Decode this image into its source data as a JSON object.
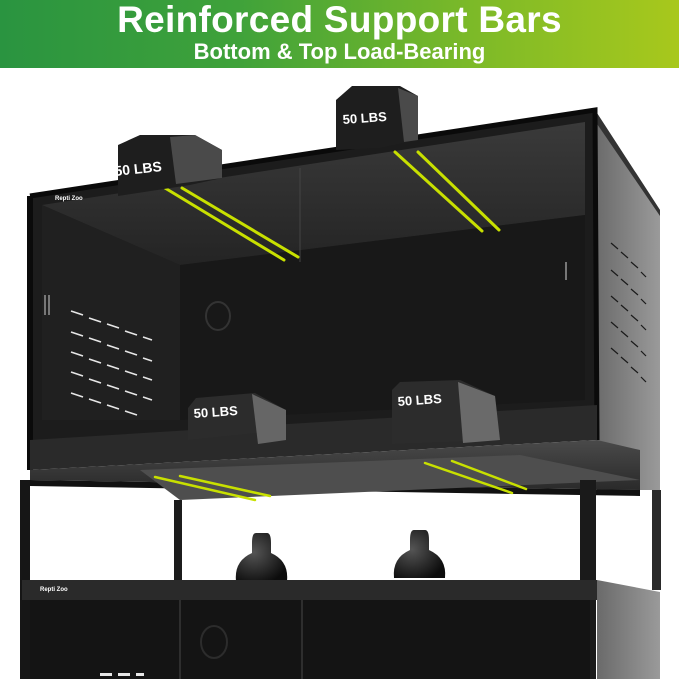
{
  "banner": {
    "title": "Reinforced Support Bars",
    "subtitle": "Bottom & Top Load-Bearing",
    "gradient_start": "#2a9440",
    "gradient_end": "#a8c81c"
  },
  "product": {
    "type": "reptile terrarium stand (two-tier black enclosure)",
    "brand_logo_text": "REPTI ZOO"
  },
  "weights": [
    {
      "label": "50 LBS",
      "position": "top-left"
    },
    {
      "label": "50 LBS",
      "position": "top-right"
    },
    {
      "label": "50 LBS",
      "position": "middle-left"
    },
    {
      "label": "50 LBS",
      "position": "middle-right"
    }
  ],
  "colors": {
    "support_bar_highlight": "#c8e000",
    "enclosure_body": "#1e1e1e",
    "side_panel": "#8c8c8c"
  }
}
